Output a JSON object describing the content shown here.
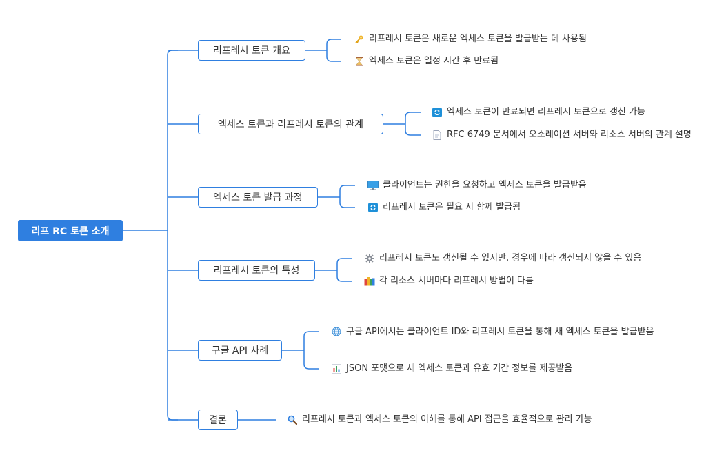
{
  "root": {
    "label": "리프 RC 토큰 소개"
  },
  "topics": [
    {
      "label": "리프레시 토큰 개요",
      "leaves": [
        {
          "icon": "key-icon",
          "text": "리프레시 토큰은 새로운 엑세스 토큰을 발급받는 데 사용됨"
        },
        {
          "icon": "hourglass-icon",
          "text": "엑세스 토큰은 일정 시간 후 만료됨"
        }
      ]
    },
    {
      "label": "엑세스 토큰과 리프레시 토큰의 관계",
      "leaves": [
        {
          "icon": "refresh-icon",
          "text": "엑세스 토큰이 만료되면 리프레시 토큰으로 갱신 가능"
        },
        {
          "icon": "document-icon",
          "text": "RFC 6749 문서에서 오소레이션 서버와 리소스 서버의 관계 설명"
        }
      ]
    },
    {
      "label": "엑세스 토큰 발급 과정",
      "leaves": [
        {
          "icon": "computer-icon",
          "text": "클라이언트는 권한을 요청하고 엑세스 토큰을 발급받음"
        },
        {
          "icon": "refresh-icon",
          "text": "리프레시 토큰은 필요 시 함께 발급됨"
        }
      ]
    },
    {
      "label": "리프레시 토큰의 특성",
      "leaves": [
        {
          "icon": "gear-icon",
          "text": "리프레시 토큰도 갱신될 수 있지만, 경우에 따라 갱신되지 않을 수 있음"
        },
        {
          "icon": "books-icon",
          "text": "각 리소스 서버마다 리프레시 방법이 다름"
        }
      ]
    },
    {
      "label": "구글 API 사례",
      "leaves": [
        {
          "icon": "globe-icon",
          "text": "구글 API에서는 클라이언트 ID와 리프레시 토큰을 통해 새 엑세스 토큰을 발급받음"
        },
        {
          "icon": "bar-chart-icon",
          "text": "JSON 포맷으로 새 엑세스 토큰과 유효 기간 정보를 제공받음"
        }
      ]
    },
    {
      "label": "결론",
      "leaves": [
        {
          "icon": "magnifier-icon",
          "text": "리프레시 토큰과 엑세스 토큰의 이해를 통해 API 접근을 효율적으로 관리 가능"
        }
      ]
    }
  ],
  "colors": {
    "accent": "#2f7fe0",
    "text": "#333333",
    "background": "#ffffff"
  }
}
